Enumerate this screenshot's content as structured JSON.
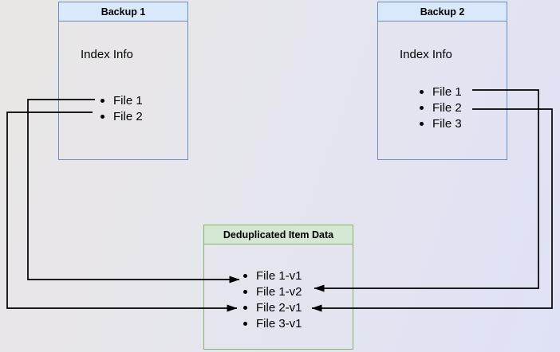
{
  "backup1": {
    "title": "Backup 1",
    "index_label": "Index Info",
    "files": [
      "File 1",
      "File 2"
    ]
  },
  "backup2": {
    "title": "Backup 2",
    "index_label": "Index Info",
    "files": [
      "File 1",
      "File 2",
      "File 3"
    ]
  },
  "dedup": {
    "title": "Deduplicated Item Data",
    "items": [
      "File 1-v1",
      "File 1-v2",
      "File 2-v1",
      "File 3-v1"
    ]
  },
  "connections": [
    {
      "from": "Backup 1 / File 1",
      "to": "File 1-v1"
    },
    {
      "from": "Backup 1 / File 2",
      "to": "File 2-v1"
    },
    {
      "from": "Backup 2 / File 1",
      "to": "File 1-v2"
    },
    {
      "from": "Backup 2 / File 2",
      "to": "File 2-v1"
    }
  ],
  "colors": {
    "backup_header_fill": "#dae8fc",
    "backup_border": "#6c8ebf",
    "dedup_header_fill": "#d5e8d4",
    "dedup_border": "#82b366",
    "connector": "#000000"
  }
}
